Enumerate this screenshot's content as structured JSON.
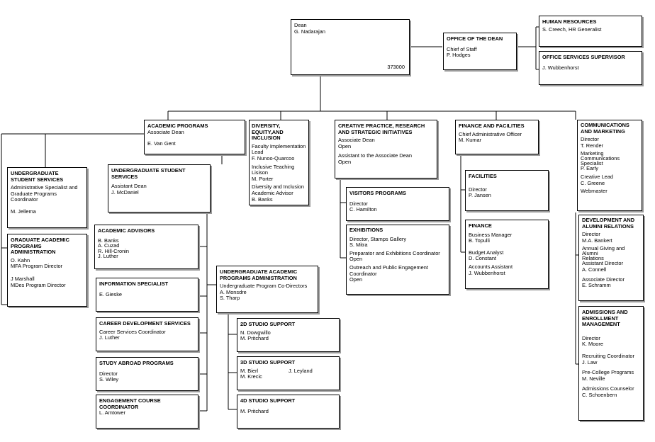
{
  "dean": {
    "title": "Dean",
    "name": "G. Nadarajan",
    "code": "373000"
  },
  "office_dean": {
    "title": "OFFICE OF THE DEAN",
    "lines": [
      "Chief of Staff",
      "P. Hodges"
    ]
  },
  "human_resources": {
    "title": "HUMAN RESOURCES",
    "lines": [
      "S. Creech, HR Generalist"
    ]
  },
  "office_services": {
    "title": "OFFICE SERVICES SUPERVISOR",
    "lines": [
      "J. Wubbenhorst"
    ]
  },
  "academic_programs": {
    "title": "ACADEMIC PROGRAMS",
    "lines": [
      "Associate Dean",
      "",
      "E. Van Gent"
    ]
  },
  "dei": {
    "title": "DIVERSITY, EQUITY,AND INCLUSION",
    "lines": [
      "Faculty Implementation Lead",
      "F. Nunoo-Quarcoo",
      "",
      "Inclusive Teaching Lisison",
      "M. Porter",
      "",
      "Diversity and Inclusion",
      "Academic Advisor",
      "B. Banks"
    ]
  },
  "creative_practice": {
    "title": "CREATIVE PRACTICE, RESEARCH AND STRATEGIC INITIATIVES",
    "lines": [
      "Associate Dean",
      "Open",
      "",
      "Assistant to the Associate Dean",
      "Open"
    ]
  },
  "finance_facilities": {
    "title": "FINANCE AND FACILITIES",
    "lines": [
      "Chief Administrative Officer",
      "M. Kumar"
    ]
  },
  "communications": {
    "title": "COMMUNICATIONS AND MARKETING",
    "lines": [
      "Director",
      "T. Render",
      "",
      "Marketing",
      "Communications",
      "Specialist",
      "P. Early",
      "",
      "Creative Lead",
      "C. Greene",
      "",
      "Webmaster"
    ]
  },
  "ug_student_services_left": {
    "title": "UNDERGRADUATE STUDENT SERVICES",
    "lines": [
      "Administrative Specialist and",
      "Graduate Programs Coordinator",
      "",
      "M. Jellema"
    ]
  },
  "graduate_academic": {
    "title": "GRADUATE ACADEMIC PROGRAMS ADMINISTRATION",
    "lines": [
      "O. Kahn",
      "MFA Program Director",
      "",
      "J Marshall",
      "MDes Program Director"
    ]
  },
  "ug_student_services": {
    "title": "UNDERGRADUATE STUDENT SERVICES",
    "lines": [
      "Assistant Dean",
      "J. McDaniel"
    ]
  },
  "academic_advisors": {
    "title": "ACADEMIC ADVISORS",
    "lines": [
      "B. Banks",
      "A. Cuzad",
      "R. Hill-Cronin",
      "J. Luther"
    ]
  },
  "information_specialist": {
    "title": "INFORMATION SPECIALIST",
    "lines": [
      "E. Gieske"
    ]
  },
  "career_development": {
    "title": "CAREER DEVELOPMENT SERVICES",
    "lines": [
      "Career Services Coordinator",
      "J. Luther"
    ]
  },
  "study_abroad": {
    "title": "STUDY ABROAD PROGRAMS",
    "lines": [
      "Director",
      "S. Wiley"
    ]
  },
  "engagement_course": {
    "title": "ENGAGEMENT COURSE COORDINATOR",
    "lines": [
      "L. Amtower"
    ]
  },
  "ug_academic_programs": {
    "title": "UNDERGRADUATE ACADEMIC PROGRAMS ADMINISTRATION",
    "lines": [
      "Undergraduate Program Co-Directors",
      "A. Monsdre",
      "S. Tharp"
    ]
  },
  "studio_2d": {
    "title": "2D STUDIO SUPPORT",
    "lines": [
      "N. Dowgwillo",
      "M. Pritchard"
    ]
  },
  "studio_3d": {
    "title": "3D STUDIO SUPPORT",
    "lines": [
      "M. Bierl",
      "M. Krecic"
    ],
    "lines_right": [
      "J. Leyland"
    ]
  },
  "studio_4d": {
    "title": "4D STUDIO SUPPORT",
    "lines": [
      "M. Pritchard"
    ]
  },
  "visitors_programs": {
    "title": "VISITORS PROGRAMS",
    "lines": [
      "Director",
      "C. Hamilton"
    ]
  },
  "exhibitions": {
    "title": "EXHIBITIONS",
    "lines": [
      "Director, Stamps Gallery",
      "S. Mitra",
      "",
      "Preparator and Exhibitions Coordinator",
      "Open",
      "",
      "Outreach and Public Engagement",
      "Coordinator",
      "Open"
    ]
  },
  "facilities": {
    "title": "FACILITIES",
    "lines": [
      "Director",
      "P. Jansen"
    ]
  },
  "finance": {
    "title": "FINANCE",
    "lines": [
      "Business Manager",
      "B. Topulli",
      "",
      "Budget Analyst",
      "D. Constant",
      "",
      "Accounts Assistant",
      "J. Wubbenhorst"
    ]
  },
  "development": {
    "title": "DEVELOPMENT AND ALUMNI RELATIONS",
    "lines": [
      "Director",
      "M.A. Bankert",
      "",
      "Annual Giving and Alumni",
      "Relations",
      "Assistant Director",
      "A. Connell",
      "",
      "Associate Director",
      "E. Schramm"
    ]
  },
  "admissions": {
    "title": "ADMISSIONS AND ENROLLMENT MANAGEMENT",
    "lines": [
      "",
      "Director",
      "K. Moore",
      "",
      "Recruiting Coordinator",
      "J. Law",
      "",
      "Pre-College Programs",
      "M. Neville",
      "",
      "Admissions Counselor",
      "C. Schoenbern"
    ]
  }
}
